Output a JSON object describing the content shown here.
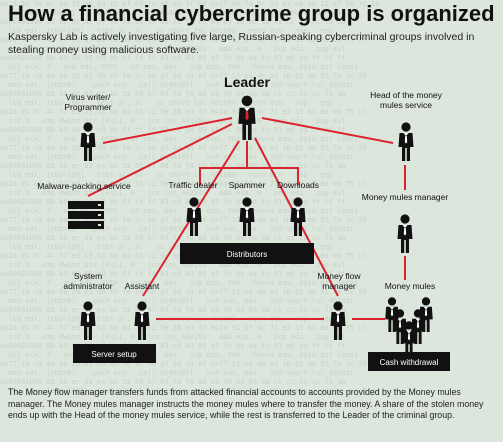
{
  "title": "How a financial cybercrime group is organized",
  "intro": "Kaspersky Lab is actively investigating five large, Russian-speaking cybercriminal groups involved in stealing money using malicious software.",
  "footer": "The Money flow manager transfers funds from attacked financial accounts to accounts provided by the Money mules manager. The Money mules manager instructs the money mules where to transfer the money. A share of the stolen money ends up with the Head of the money mules service, while the rest is transferred to the Leader of the criminal group.",
  "roles": {
    "leader": "Leader",
    "virus_writer_1": "Virus writer/",
    "virus_writer_2": "Programmer",
    "head_mules_1": "Head of the money",
    "head_mules_2": "mules service",
    "malware_packing": "Malware-packing service",
    "traffic_dealer": "Traffic dealer",
    "spammer": "Spammer",
    "downloads": "Downloads",
    "money_mules_manager": "Money mules manager",
    "sysadmin_1": "System",
    "sysadmin_2": "administrator",
    "assistant": "Assistant",
    "money_flow_1": "Money flow",
    "money_flow_2": "manager",
    "money_mules": "Money mules"
  },
  "boxes": {
    "distributors": "Distributors",
    "server_setup": "Server setup",
    "cash_withdrawal": "Cash withdrawal"
  },
  "colors": {
    "link": "#d9232e",
    "figure": "#111111",
    "background": "#dde6dd"
  }
}
